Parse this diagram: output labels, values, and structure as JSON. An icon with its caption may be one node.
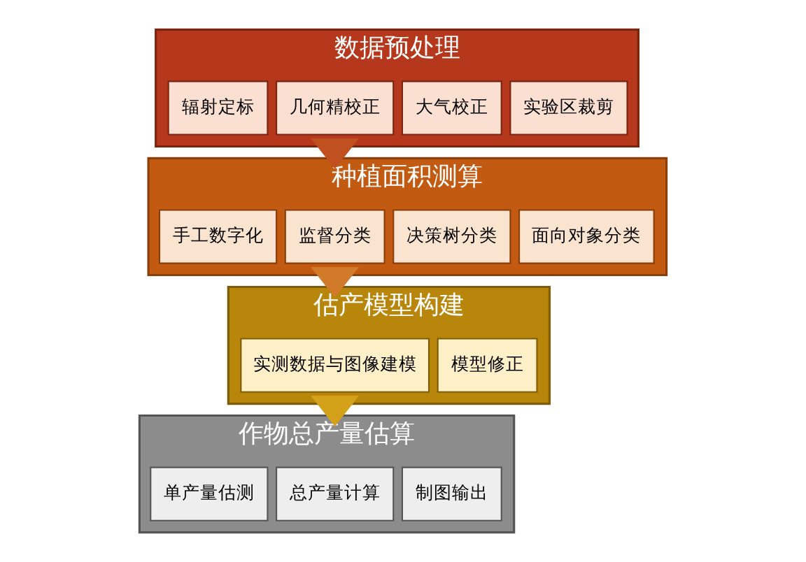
{
  "diagram": {
    "nodes": [
      {
        "text": [
          "数据预处理"
        ]
      },
      {
        "text": [
          "辐射定标"
        ],
        "in": 0
      },
      {
        "text": [
          "几何精校正"
        ],
        "in": 0
      },
      {
        "text": [
          "大气校正"
        ],
        "in": 0
      },
      {
        "text": [
          "实验区裁剪"
        ],
        "in": 0
      },
      {
        "text": [
          "种植面积测算"
        ]
      },
      {
        "text": [
          "手工数字化"
        ],
        "in": 5
      },
      {
        "text": [
          "监督分类"
        ],
        "in": 5
      },
      {
        "text": [
          "决策树分类"
        ],
        "in": 5
      },
      {
        "text": [
          "面向对象分类"
        ],
        "in": 5
      },
      {
        "text": [
          "估产模型构建"
        ]
      },
      {
        "text": [
          "实测数据与图像建模"
        ],
        "in": 10
      },
      {
        "text": [
          "模型修正"
        ],
        "in": 10
      },
      {
        "text": [
          "作物总产量估算"
        ]
      },
      {
        "text": [
          "单产量估测"
        ],
        "in": 13
      },
      {
        "text": [
          "总产量计算"
        ],
        "in": 13
      },
      {
        "text": [
          "制图输出"
        ],
        "in": 13
      }
    ],
    "edges": [
      {
        "from": 0,
        "to": 5,
        "arrow": "to",
        "style": "thick",
        "color": "#c0501f"
      },
      {
        "from": 5,
        "to": 10,
        "arrow": "to",
        "style": "thick",
        "color": "#d07a2a"
      },
      {
        "from": 10,
        "to": 13,
        "arrow": "to",
        "style": "thick",
        "color": "#d4a21a"
      }
    ]
  }
}
